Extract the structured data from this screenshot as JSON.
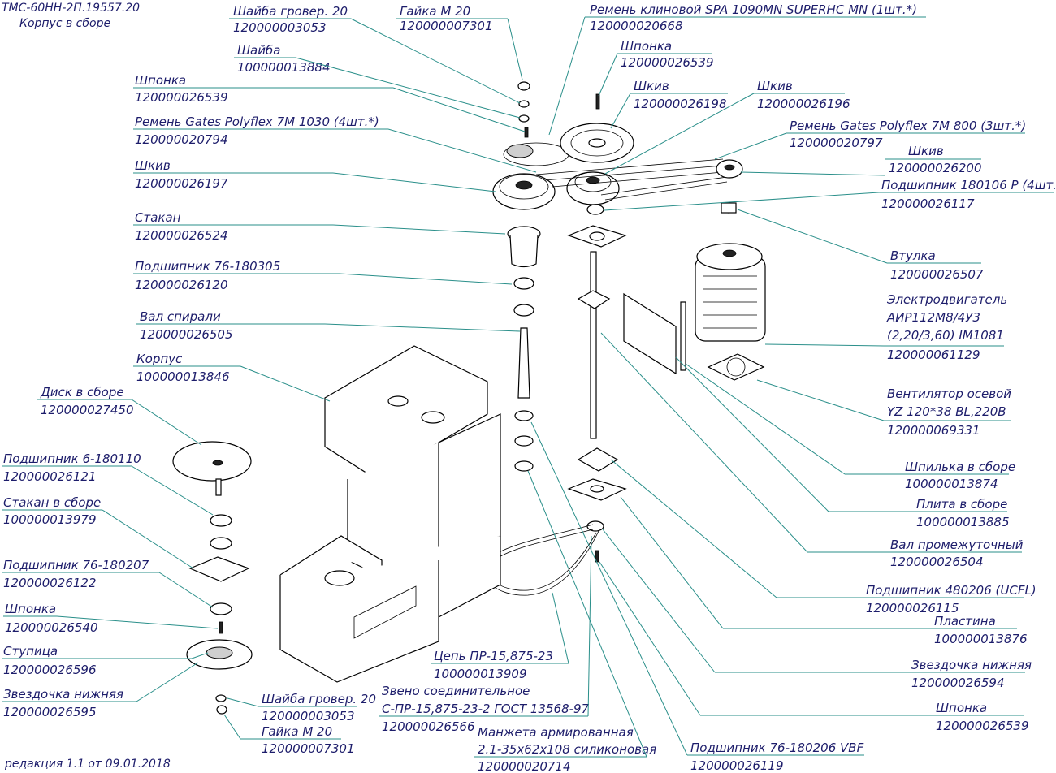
{
  "header": {
    "code": "ТМС-60НН-2П.19557.20",
    "title": "Корпус в сборе"
  },
  "footer": {
    "revision": "редакция 1.1 от 09.01.2018"
  },
  "callouts": [
    {
      "id": "c01",
      "name": "Шайба гровер. 20",
      "code": "120000003053"
    },
    {
      "id": "c02",
      "name": "Гайка М 20",
      "code": "120000007301"
    },
    {
      "id": "c03",
      "name": "Ремень клиновой SPA 1090MN SUPERHC MN (1шт.*)",
      "code": "120000020668"
    },
    {
      "id": "c04",
      "name": "Шайба",
      "code": "100000013884"
    },
    {
      "id": "c05",
      "name": "Шпонка",
      "code": "120000026539"
    },
    {
      "id": "c06",
      "name": "Шпонка",
      "code": "120000026539"
    },
    {
      "id": "c07",
      "name": "Шкив",
      "code": "120000026198"
    },
    {
      "id": "c08",
      "name": "Шкив",
      "code": "120000026196"
    },
    {
      "id": "c09",
      "name": "Ремень Gates Polyflex 7M 1030 (4шт.*)",
      "code": "120000020794"
    },
    {
      "id": "c10",
      "name": "Ремень Gates Polyflex 7M 800 (3шт.*)",
      "code": "120000020797"
    },
    {
      "id": "c11",
      "name": "Шкив",
      "code": "120000026197"
    },
    {
      "id": "c12",
      "name": "Шкив",
      "code": "120000026200"
    },
    {
      "id": "c13",
      "name": "Подшипник 180106 Р (4шт.*)",
      "code": "120000026117"
    },
    {
      "id": "c14",
      "name": "Стакан",
      "code": "120000026524"
    },
    {
      "id": "c15",
      "name": "Втулка",
      "code": "120000026507"
    },
    {
      "id": "c16",
      "name": "Подшипник 76-180305",
      "code": "120000026120"
    },
    {
      "id": "c17",
      "name": "Электродвигатель",
      "code": "120000061129",
      "extra_lines": [
        "АИР112М8/4У3",
        "(2,20/3,60) IM1081"
      ]
    },
    {
      "id": "c18",
      "name": "Вал спирали",
      "code": "120000026505"
    },
    {
      "id": "c19",
      "name": "Корпус",
      "code": "100000013846"
    },
    {
      "id": "c20",
      "name": "Вентилятор осевой",
      "code": "120000069331",
      "extra_lines": [
        "YZ 120*38 BL,220В"
      ]
    },
    {
      "id": "c21",
      "name": "Диск в сборе",
      "code": "120000027450"
    },
    {
      "id": "c22",
      "name": "Шпилька в сборе",
      "code": "100000013874"
    },
    {
      "id": "c23",
      "name": "Подшипник 6-180110",
      "code": "120000026121"
    },
    {
      "id": "c24",
      "name": "Плита в сборе",
      "code": "100000013885"
    },
    {
      "id": "c25",
      "name": "Стакан в сборе",
      "code": "100000013979"
    },
    {
      "id": "c26",
      "name": "Вал промежуточный",
      "code": "120000026504"
    },
    {
      "id": "c27",
      "name": "Подшипник 76-180207",
      "code": "120000026122"
    },
    {
      "id": "c28",
      "name": "Подшипник 480206 (UCFL)",
      "code": "120000026115"
    },
    {
      "id": "c29",
      "name": "Шпонка",
      "code": "120000026540"
    },
    {
      "id": "c30",
      "name": "Пластина",
      "code": "100000013876"
    },
    {
      "id": "c31",
      "name": "Ступица",
      "code": "120000026596"
    },
    {
      "id": "c32",
      "name": "Цепь ПР-15,875-23",
      "code": "100000013909"
    },
    {
      "id": "c33",
      "name": "Звездочка нижняя",
      "code": "120000026594"
    },
    {
      "id": "c34",
      "name": "Звездочка нижняя",
      "code": "120000026595"
    },
    {
      "id": "c35",
      "name": "Звено соединительное",
      "code": "120000026566",
      "extra_lines": [
        "С-ПР-15,875-23-2 ГОСТ 13568-97"
      ]
    },
    {
      "id": "c36",
      "name": "Шайба гровер. 20",
      "code": "120000003053"
    },
    {
      "id": "c37",
      "name": "Шпонка",
      "code": "120000026539"
    },
    {
      "id": "c38",
      "name": "Гайка М 20",
      "code": "120000007301"
    },
    {
      "id": "c39",
      "name": "Манжета армированная",
      "code": "120000020714",
      "extra_lines": [
        "2.1-35х62х108 силиконовая"
      ]
    },
    {
      "id": "c40",
      "name": "Подшипник 76-180206 VBF",
      "code": "120000026119"
    }
  ]
}
